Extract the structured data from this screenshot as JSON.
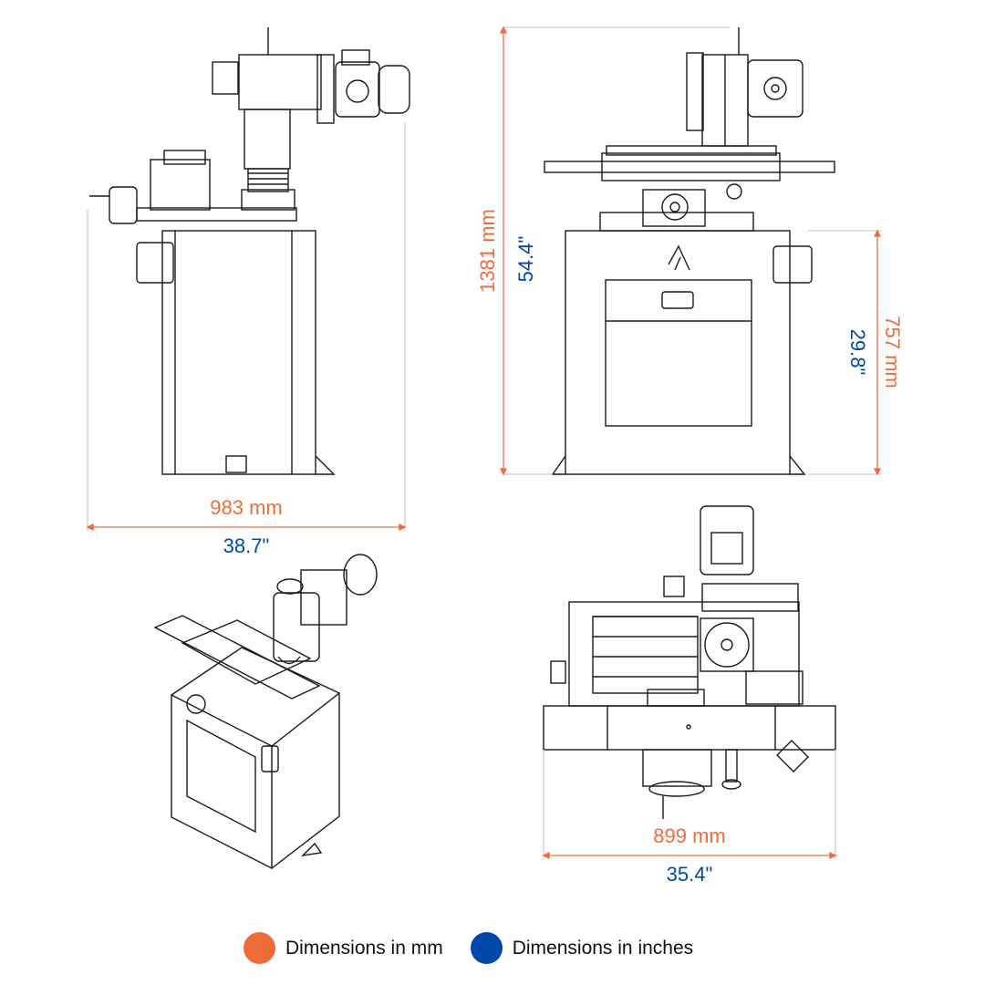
{
  "dimensions": {
    "side_width_mm": "983 mm",
    "side_width_in": "38.7\"",
    "front_height_mm": "1381 mm",
    "front_height_in": "54.4\"",
    "cabinet_height_mm": "757 mm",
    "cabinet_height_in": "29.8\"",
    "top_width_mm": "899 mm",
    "top_width_in": "35.4\""
  },
  "legend": {
    "items": [
      {
        "label": "Dimensions in mm",
        "color": "#EF6C3A"
      },
      {
        "label": "Dimensions in inches",
        "color": "#0047AB"
      }
    ]
  },
  "colors": {
    "mm": "#EF6C3A",
    "inches": "#0047AB",
    "line": "#1a1a1a",
    "extension": "#cccccc"
  }
}
